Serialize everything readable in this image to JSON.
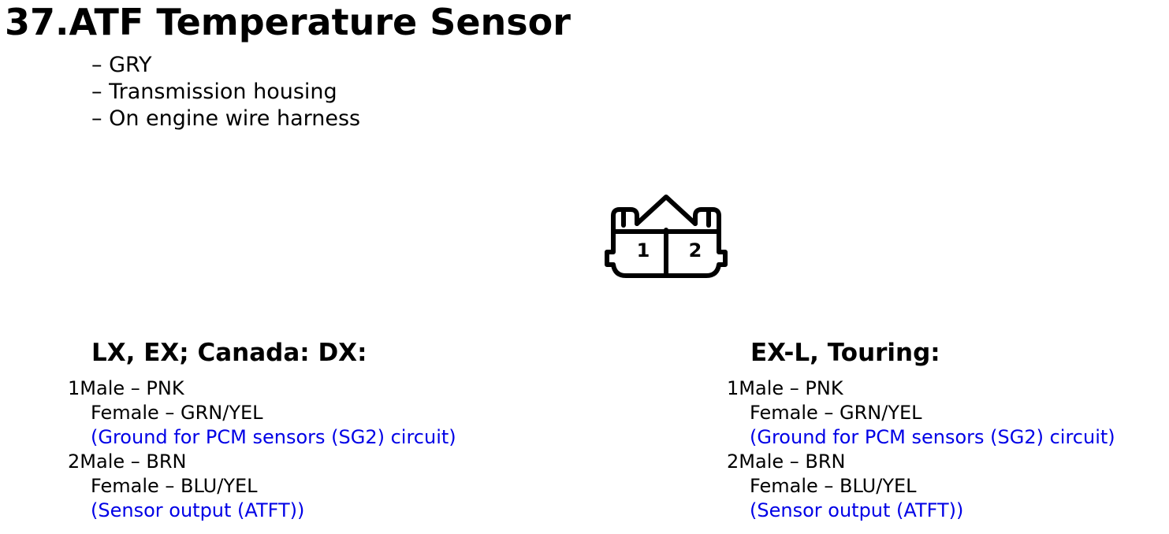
{
  "page": {
    "title": "37.ATF Temperature Sensor",
    "info": [
      "– GRY",
      "– Transmission housing",
      "– On engine wire harness"
    ]
  },
  "connector": {
    "pin_labels": [
      "1",
      "2"
    ]
  },
  "sections": [
    {
      "heading": "LX, EX; Canada: DX:",
      "pins": [
        {
          "number": "1",
          "male": "Male – PNK",
          "female": "Female – GRN/YEL",
          "description": "(Ground for PCM sensors (SG2) circuit)"
        },
        {
          "number": "2",
          "male": "Male – BRN",
          "female": "Female – BLU/YEL",
          "description": "(Sensor output (ATFT))"
        }
      ]
    },
    {
      "heading": "EX-L, Touring:",
      "pins": [
        {
          "number": "1",
          "male": "Male – PNK",
          "female": "Female – GRN/YEL",
          "description": "(Ground for PCM sensors (SG2) circuit)"
        },
        {
          "number": "2",
          "male": "Male – BRN",
          "female": "Female – BLU/YEL",
          "description": "(Sensor output (ATFT))"
        }
      ]
    }
  ],
  "colors": {
    "text": "#000000",
    "description": "#0000e6",
    "background": "#ffffff"
  }
}
